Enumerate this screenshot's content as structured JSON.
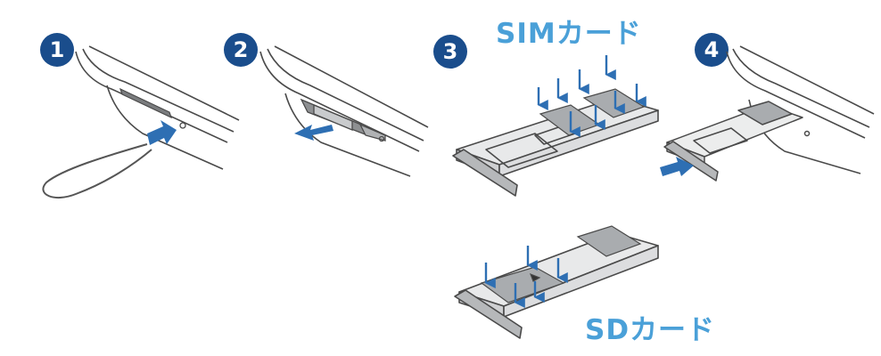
{
  "steps": [
    {
      "number": "1"
    },
    {
      "number": "2"
    },
    {
      "number": "3"
    },
    {
      "number": "4"
    }
  ],
  "labels": {
    "sim_card": "SIMカード",
    "sd_card": "SDカード"
  },
  "colors": {
    "badge": "#1a4d8c",
    "label": "#4aa0d8",
    "arrow": "#2e6fb3",
    "outline": "#4a4a4a",
    "card_fill": "#a9acaf"
  }
}
